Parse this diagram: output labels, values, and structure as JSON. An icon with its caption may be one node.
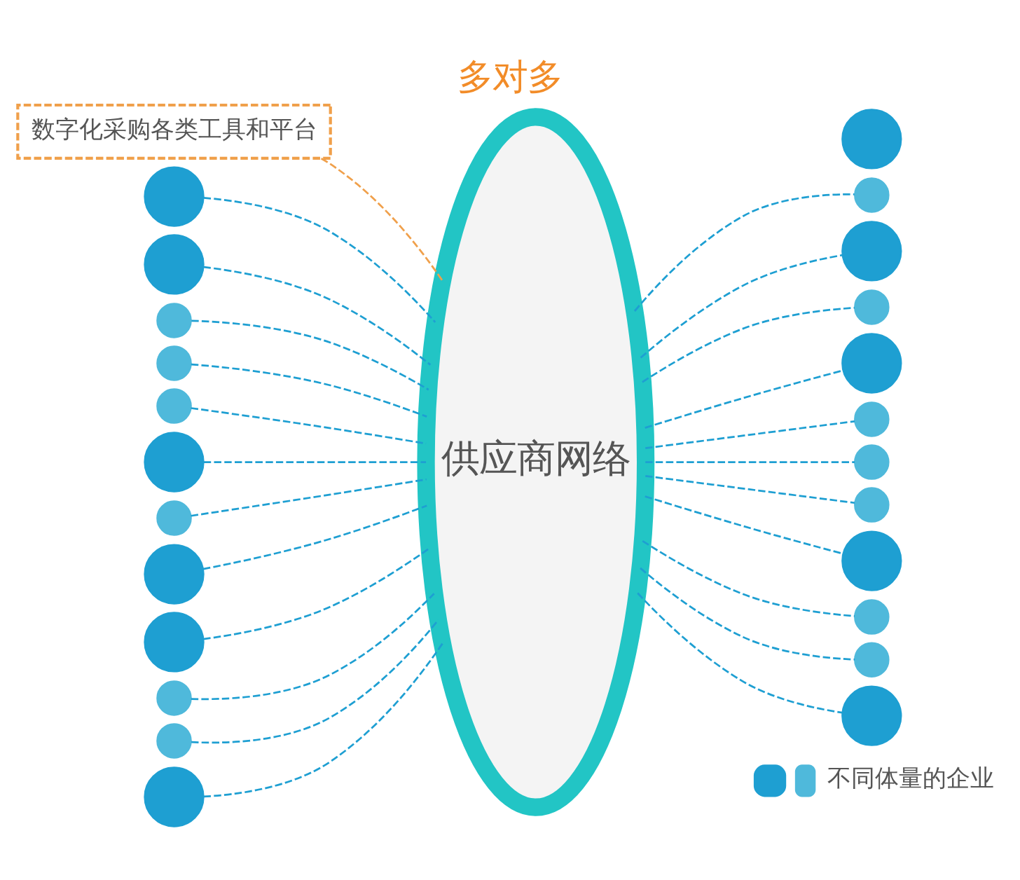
{
  "diagram": {
    "title": "多对多",
    "nodes": [
      {
        "text": [
          "供应商网络"
        ]
      },
      {
        "text": [
          "数字化采购各类工具和平台"
        ]
      },
      {
        "text": [],
        "shape": "circle"
      },
      {
        "text": [],
        "shape": "circle"
      },
      {
        "text": [],
        "shape": "circle"
      },
      {
        "text": [],
        "shape": "circle"
      },
      {
        "text": [],
        "shape": "circle"
      },
      {
        "text": [],
        "shape": "circle"
      },
      {
        "text": [],
        "shape": "circle"
      },
      {
        "text": [],
        "shape": "circle"
      },
      {
        "text": [],
        "shape": "circle"
      },
      {
        "text": [],
        "shape": "circle"
      },
      {
        "text": [],
        "shape": "circle"
      },
      {
        "text": [],
        "shape": "circle"
      },
      {
        "text": [],
        "shape": "circle"
      },
      {
        "text": [],
        "shape": "circle"
      },
      {
        "text": [],
        "shape": "circle"
      },
      {
        "text": [],
        "shape": "circle"
      },
      {
        "text": [],
        "shape": "circle"
      },
      {
        "text": [],
        "shape": "circle"
      },
      {
        "text": [],
        "shape": "circle"
      },
      {
        "text": [],
        "shape": "circle"
      },
      {
        "text": [],
        "shape": "circle"
      },
      {
        "text": [],
        "shape": "circle"
      },
      {
        "text": [],
        "shape": "circle"
      },
      {
        "text": [],
        "shape": "circle"
      }
    ],
    "edges": [
      {
        "from": 1,
        "to": 0,
        "arrow": "none",
        "style": "dashed",
        "color": "#f0a04b"
      },
      {
        "from": 2,
        "to": 0,
        "arrow": "none",
        "style": "dashed"
      },
      {
        "from": 3,
        "to": 0,
        "arrow": "none",
        "style": "dashed"
      },
      {
        "from": 4,
        "to": 0,
        "arrow": "none",
        "style": "dashed"
      },
      {
        "from": 5,
        "to": 0,
        "arrow": "none",
        "style": "dashed"
      },
      {
        "from": 6,
        "to": 0,
        "arrow": "none",
        "style": "dashed"
      },
      {
        "from": 7,
        "to": 0,
        "arrow": "none",
        "style": "dashed"
      },
      {
        "from": 8,
        "to": 0,
        "arrow": "none",
        "style": "dashed"
      },
      {
        "from": 9,
        "to": 0,
        "arrow": "none",
        "style": "dashed"
      },
      {
        "from": 10,
        "to": 0,
        "arrow": "none",
        "style": "dashed"
      },
      {
        "from": 11,
        "to": 0,
        "arrow": "none",
        "style": "dashed"
      },
      {
        "from": 12,
        "to": 0,
        "arrow": "none",
        "style": "dashed"
      },
      {
        "from": 13,
        "to": 0,
        "arrow": "none",
        "style": "dashed"
      },
      {
        "from": 0,
        "to": 15,
        "arrow": "none",
        "style": "dashed"
      },
      {
        "from": 0,
        "to": 16,
        "arrow": "none",
        "style": "dashed"
      },
      {
        "from": 0,
        "to": 17,
        "arrow": "none",
        "style": "dashed"
      },
      {
        "from": 0,
        "to": 18,
        "arrow": "none",
        "style": "dashed"
      },
      {
        "from": 0,
        "to": 19,
        "arrow": "none",
        "style": "dashed"
      },
      {
        "from": 0,
        "to": 20,
        "arrow": "none",
        "style": "dashed"
      },
      {
        "from": 0,
        "to": 21,
        "arrow": "none",
        "style": "dashed"
      },
      {
        "from": 0,
        "to": 22,
        "arrow": "none",
        "style": "dashed"
      },
      {
        "from": 0,
        "to": 23,
        "arrow": "none",
        "style": "dashed"
      },
      {
        "from": 0,
        "to": 24,
        "arrow": "none",
        "style": "dashed"
      },
      {
        "from": 0,
        "to": 25,
        "arrow": "none",
        "style": "dashed"
      }
    ],
    "legend": [
      {
        "text": "不同体量的企业"
      }
    ]
  }
}
